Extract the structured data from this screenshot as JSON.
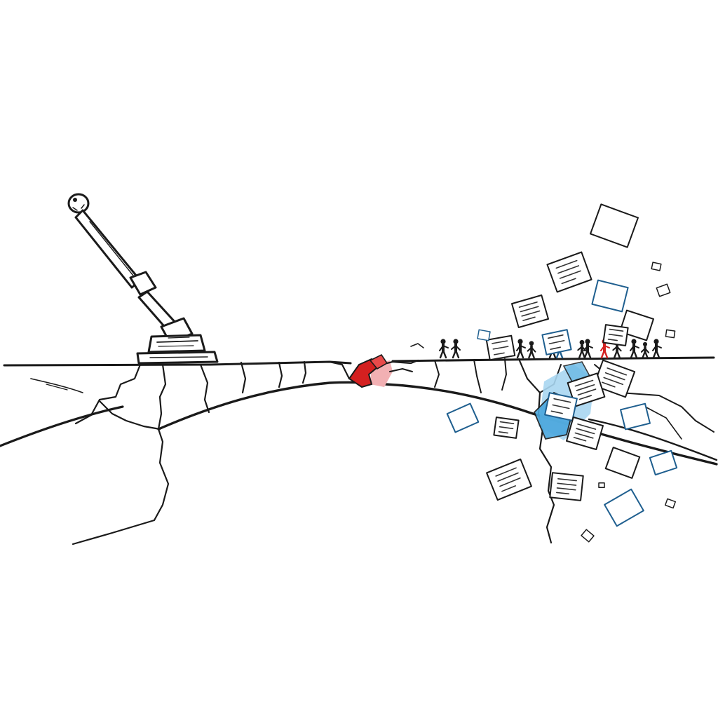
{
  "scene": {
    "type": "ink illustration",
    "colors": {
      "ink": "#1a1a1a",
      "paper": "#ffffff",
      "fracture_red": "#d42020",
      "fracture_red_light": "#f2b0b3",
      "fracture_blue": "#4aa7dd",
      "fracture_blue_light": "#a9d6f1",
      "sheet_blue_outline": "#1f5f8f"
    },
    "icons": {
      "lever": "lever-icon",
      "documents": "document-icon",
      "people": "person-icon"
    },
    "counts": {
      "people_on_ledge": 14,
      "floating_documents": 27
    }
  }
}
